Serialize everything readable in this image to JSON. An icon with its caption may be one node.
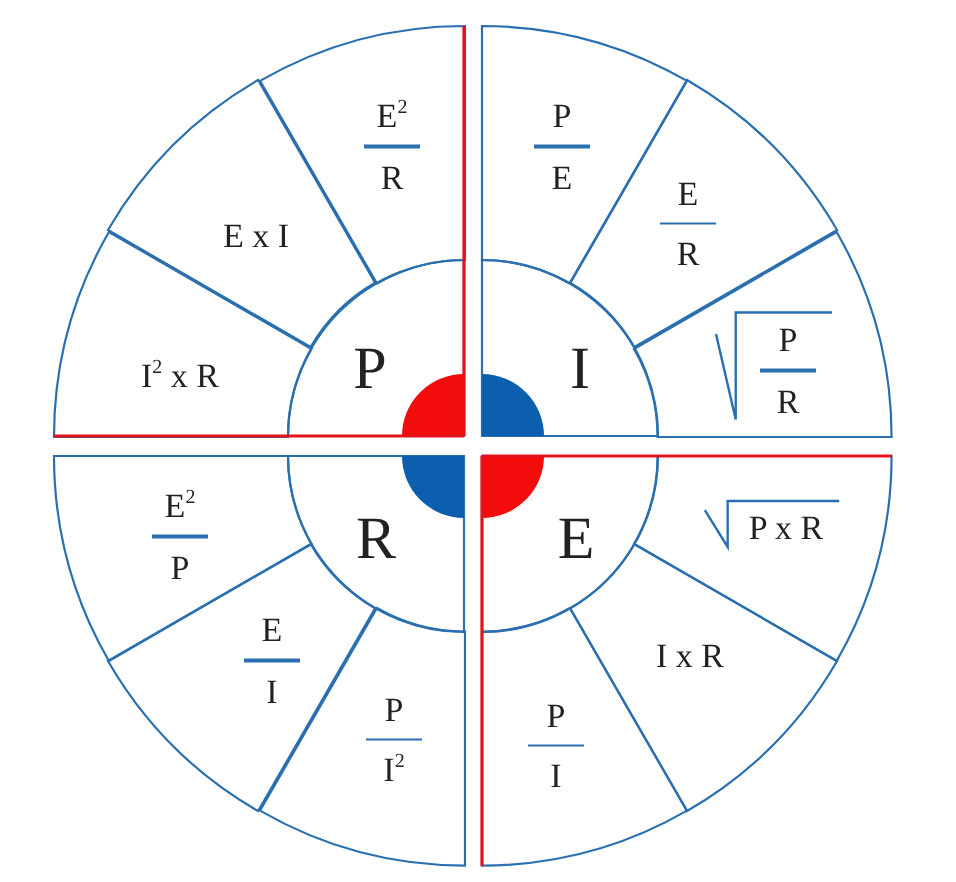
{
  "diagram": {
    "nodes": [
      {
        "text": [
          "P"
        ]
      },
      {
        "text": [
          "E$^{2}$",
          "R"
        ]
      },
      {
        "text": [
          "E x I"
        ]
      },
      {
        "text": [
          "I$^{2}$ x R"
        ]
      },
      {
        "text": [
          "I"
        ]
      },
      {
        "text": [
          "P",
          "E"
        ]
      },
      {
        "text": [
          "E",
          "R"
        ]
      },
      {
        "text": [
          "P",
          "R"
        ]
      },
      {
        "text": [
          "R"
        ]
      },
      {
        "text": [
          "E$^{2}$",
          "P"
        ]
      },
      {
        "text": [
          "E",
          "I"
        ]
      },
      {
        "text": [
          "P",
          "I$^{2}$"
        ]
      },
      {
        "text": [
          "E"
        ]
      },
      {
        "text": [
          "P x R"
        ]
      },
      {
        "text": [
          "I x R"
        ]
      },
      {
        "text": [
          "P",
          "I"
        ]
      }
    ]
  }
}
